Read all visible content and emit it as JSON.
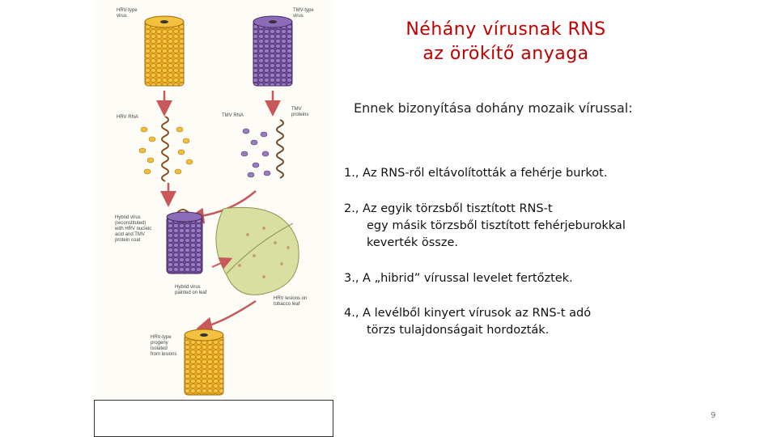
{
  "title": [
    "Néhány vírusnak RNS",
    "az örökítő anyaga"
  ],
  "subtitle": "Ennek bizonyítása dohány mozaik vírussal:",
  "steps": [
    {
      "first": "1., Az RNS-ről eltávolították a fehérje burkot.",
      "rest": []
    },
    {
      "first": "2., Az egyik törzsből tisztított RNS-t",
      "rest": [
        "egy másik törzsből tisztított fehérjeburokkal",
        "keverték össze."
      ]
    },
    {
      "first": "3., A „hibrid” vírussal levelet fertőztek.",
      "rest": []
    },
    {
      "first": "4., A levélből kinyert vírusok az RNS-t adó",
      "rest": [
        "törzs tulajdonságait hordozták."
      ]
    }
  ],
  "figure": {
    "labels": {
      "hrv_type": "HRV-type\nvirus",
      "tmv_type": "TMV-type\nvirus",
      "hrv_rna": "HRV RNA",
      "tmv_rna": "TMV RNA",
      "tmv_proteins": "TMV\nproteins",
      "hybrid": "Hybrid virus\n(reconstituted)\nwith HRV nucleic\nacid and TMV\nprotein coat",
      "hybrid_painted": "Hybrid virus\npainted on leaf",
      "hrv_lesions": "HRV lesions on\ntobacco leaf",
      "progeny": "HRV-type\nprogeny\nisolated\nfrom lesions"
    },
    "colors": {
      "hrv": "#e8a81e",
      "tmv": "#7d5ea8",
      "rna": "#8a4a1e",
      "leaf": "#d9dfa0",
      "arrow": "#c8585a"
    }
  },
  "page_number": "9"
}
